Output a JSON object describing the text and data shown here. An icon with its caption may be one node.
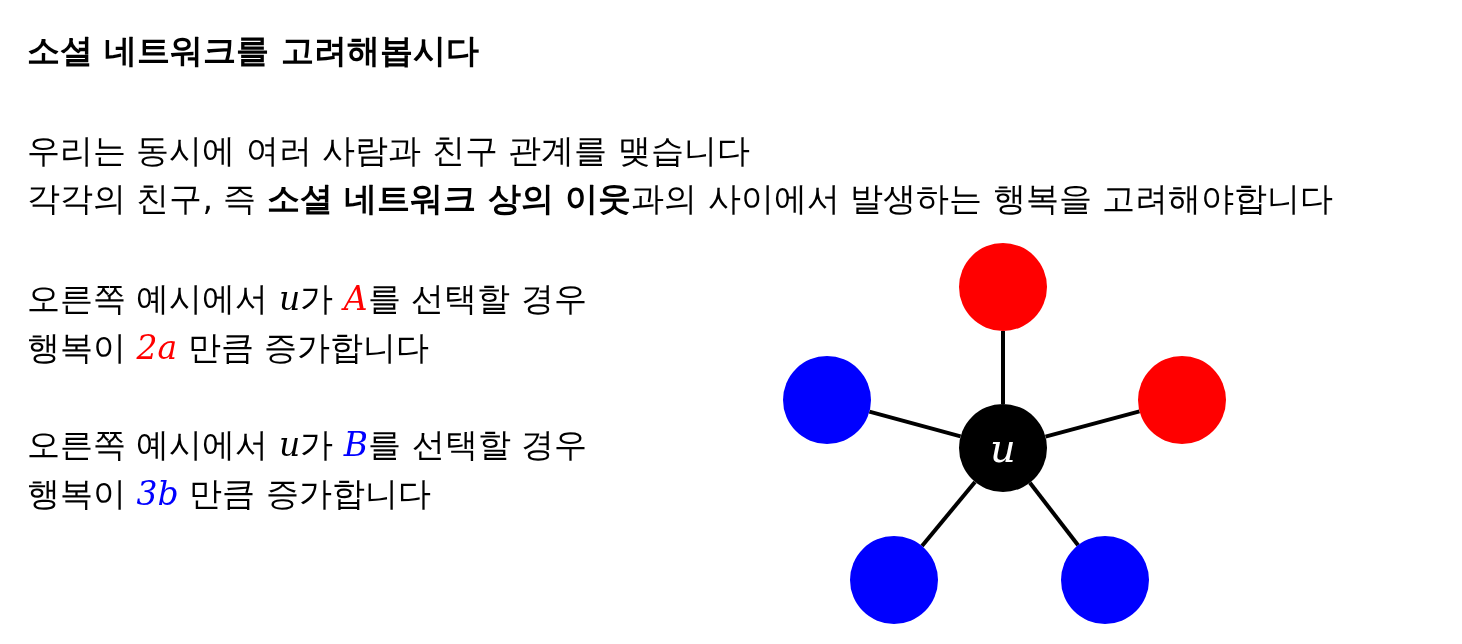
{
  "diagram": {
    "title": "소셜 네트워크를 고려해봅시다",
    "nodes": [
      {
        "text": [],
        "shape": "circle"
      },
      {
        "text": [],
        "shape": "circle"
      },
      {
        "text": [],
        "shape": "circle"
      },
      {
        "text": [
          "u"
        ]
      },
      {
        "text": [],
        "shape": "circle"
      },
      {
        "text": [],
        "shape": "circle"
      }
    ],
    "edges": [
      {
        "from": 3,
        "to": 0,
        "arrow": "none"
      },
      {
        "from": 3,
        "to": 1,
        "arrow": "none"
      },
      {
        "from": 3,
        "to": 2,
        "arrow": "none"
      },
      {
        "from": 3,
        "to": 4,
        "arrow": "none"
      },
      {
        "from": 3,
        "to": 5,
        "arrow": "none"
      }
    ],
    "labels": [
      "우리는 동시에 여러 사람과 친구 관계를 맺습니다",
      "각각의 친구, 즉 **소셜 네트워크 상의 이웃**과의 사이에서 발생하는 행복을 고려해야합니다",
      "오른쪽 예시에서 u가 A를 선택할 경우 행복이 *2a* 만큼 증가합니다",
      "오른쪽 예시에서 u가 B를 선택할 경우 행복이 *3b* 만큼 증가합니다"
    ]
  }
}
